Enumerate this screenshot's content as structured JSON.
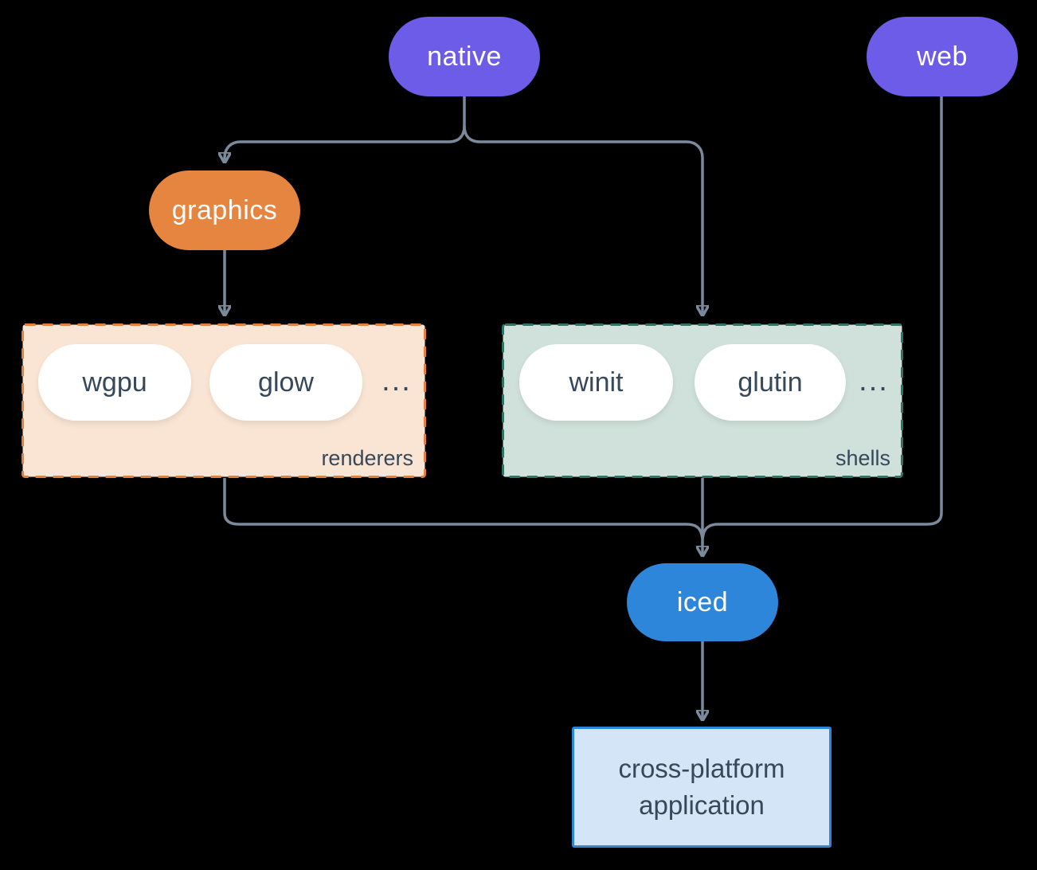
{
  "diagram": {
    "background": "#000000",
    "edge_color": "#7A8A9C",
    "text_on_color": "#FFFFFF",
    "text_dark": "#36485A",
    "nodes": {
      "native": {
        "label": "native",
        "color": "#6C5CE7"
      },
      "web": {
        "label": "web",
        "color": "#6C5CE7"
      },
      "graphics": {
        "label": "graphics",
        "color": "#E58540"
      },
      "iced": {
        "label": "iced",
        "color": "#2E86DB"
      },
      "application": {
        "line1": "cross-platform",
        "line2": "application",
        "bg": "#D3E5F7",
        "border": "#2E86DB"
      }
    },
    "groups": {
      "renderers": {
        "label": "renderers",
        "items": [
          "wgpu",
          "glow"
        ],
        "ellipsis": "...",
        "bg": "#FAE5D4",
        "border": "#E5803C"
      },
      "shells": {
        "label": "shells",
        "items": [
          "winit",
          "glutin"
        ],
        "ellipsis": "...",
        "bg": "#D0E1DB",
        "border": "#2E7566"
      }
    }
  }
}
